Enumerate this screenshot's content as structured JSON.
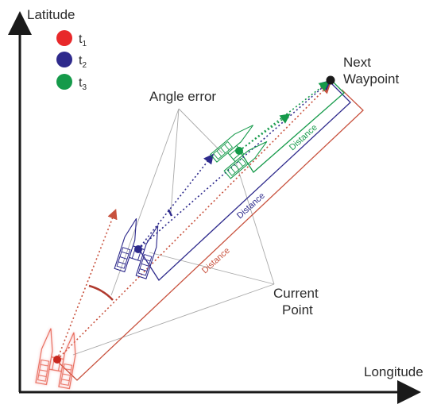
{
  "axes": {
    "y_label": "Latitude",
    "x_label": "Longitude"
  },
  "legend": [
    {
      "label": "t",
      "sub": "1",
      "color": "#e8282a"
    },
    {
      "label": "t",
      "sub": "2",
      "color": "#2e2a8c"
    },
    {
      "label": "t",
      "sub": "3",
      "color": "#159a4a"
    }
  ],
  "annotations": {
    "next_waypoint_line1": "Next",
    "next_waypoint_line2": "Waypoint",
    "angle_error": "Angle error",
    "current_point_line1": "Current",
    "current_point_line2": "Point"
  },
  "distance_labels": {
    "red": "Distance",
    "blue": "Distance",
    "green": "Distance"
  },
  "colors": {
    "red": "#c8513d",
    "blue": "#2e2a8c",
    "green": "#159a4a",
    "axis": "#1a1a1a",
    "leader": "#a9a9a9"
  }
}
